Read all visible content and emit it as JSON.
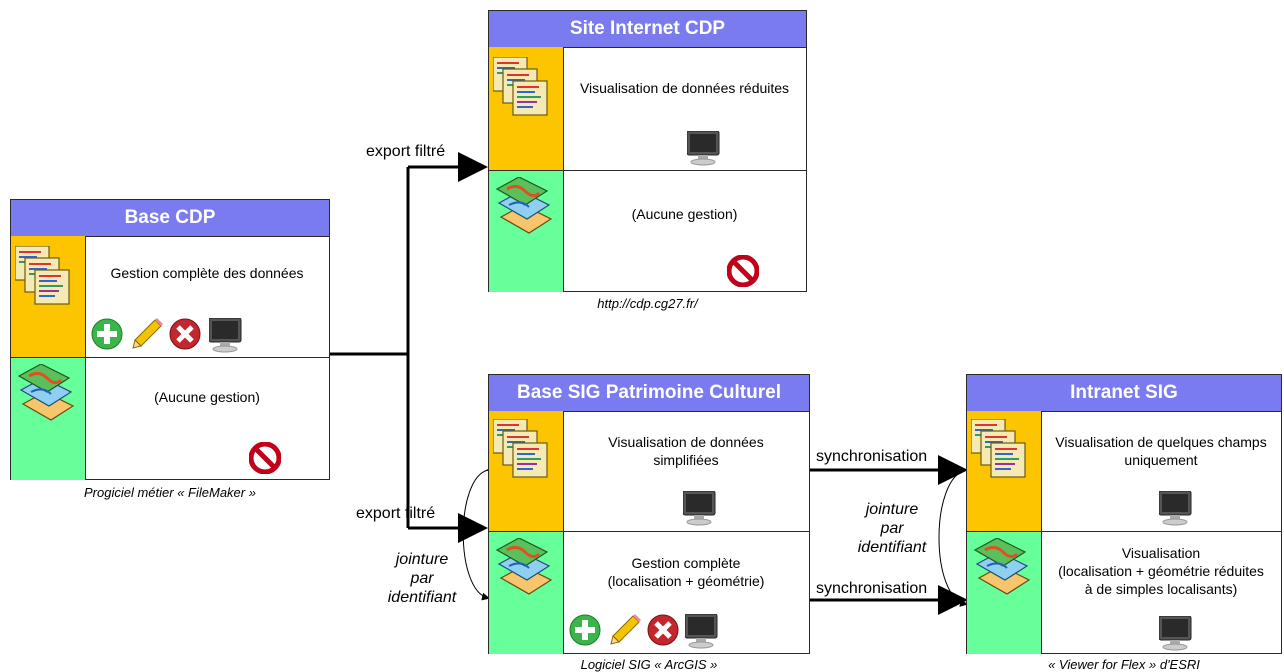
{
  "boxes": {
    "base_cdp": {
      "title": "Base CDP",
      "row1": "Gestion complète des données",
      "row2": "(Aucune gestion)",
      "caption": "Progiciel métier « FileMaker »"
    },
    "site_internet": {
      "title": "Site Internet CDP",
      "row1": "Visualisation de données réduites",
      "row2": "(Aucune gestion)",
      "caption": "http://cdp.cg27.fr/"
    },
    "base_sig": {
      "title": "Base SIG Patrimoine Culturel",
      "row1_line1": "Visualisation de données",
      "row1_line2": "simplifiées",
      "row2_line1": "Gestion complète",
      "row2_line2": "(localisation + géométrie)",
      "caption": "Logiciel SIG « ArcGIS »"
    },
    "intranet": {
      "title": "Intranet SIG",
      "row1_line1": "Visualisation de quelques champs",
      "row1_line2": "uniquement",
      "row2_line1": "Visualisation",
      "row2_line2": "(localisation + géométrie réduites",
      "row2_line3": "à de simples localisants)",
      "caption": "« Viewer for Flex » d'ESRI"
    }
  },
  "edges": {
    "export_top": "export filtré",
    "export_bottom": "export filtré",
    "sync_top": "synchronisation",
    "sync_bottom": "synchronisation",
    "jointure_left": [
      "jointure",
      "par",
      "identifiant"
    ],
    "jointure_right": [
      "jointure",
      "par",
      "identifiant"
    ]
  },
  "colors": {
    "header": "#7b7bf0",
    "data_row": "#fdc400",
    "geo_row": "#66ff99",
    "add": "#39b54a",
    "delete": "#c1272d",
    "forbidden": "#c1001a"
  },
  "icons": [
    "documents-icon",
    "map-layers-icon",
    "add-icon",
    "edit-pencil-icon",
    "delete-icon",
    "monitor-icon",
    "forbidden-icon"
  ]
}
